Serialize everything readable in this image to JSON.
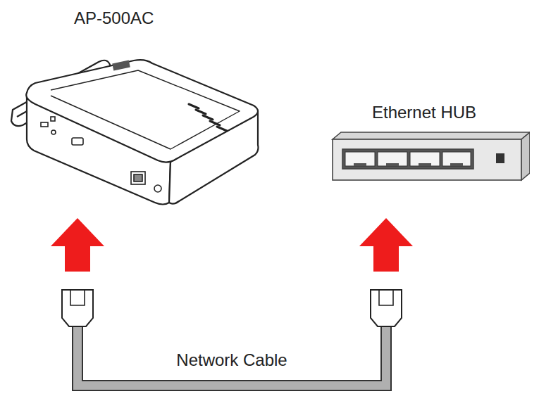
{
  "diagram": {
    "nodes": [
      {
        "text": [
          "AP-500AC"
        ]
      },
      {
        "text": [
          "Ethernet HUB"
        ]
      }
    ],
    "edges": [
      {
        "from": 0,
        "to": 1,
        "label": "Network Cable",
        "arrow": "both"
      }
    ]
  }
}
